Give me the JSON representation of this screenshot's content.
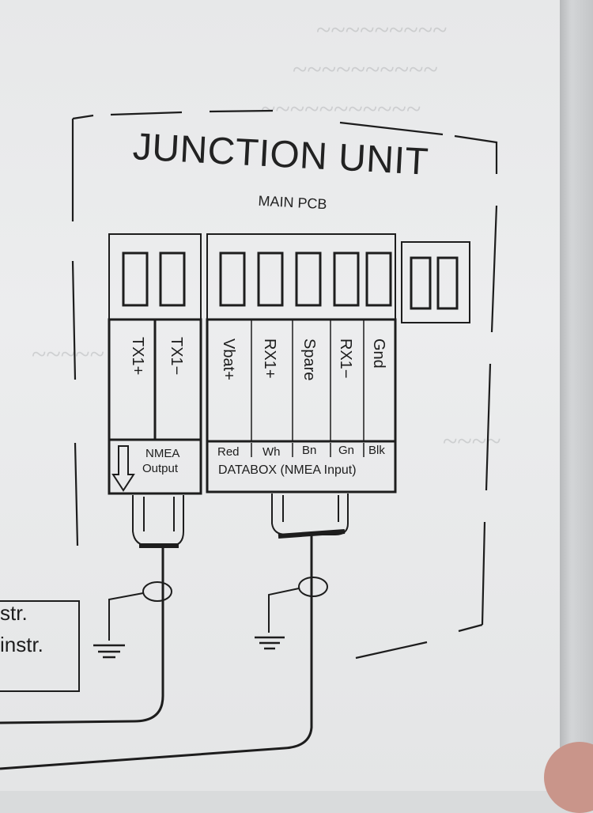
{
  "diagram": {
    "title": "JUNCTION UNIT",
    "subtitle": "MAIN PCB",
    "nmea_output_terminals": [
      "TX1+",
      "TX1−"
    ],
    "nmea_output_label_line1": "NMEA",
    "nmea_output_label_line2": "Output",
    "databox_terminals": [
      "Vbat+",
      "RX1+",
      "Spare",
      "RX1−",
      "Gnd"
    ],
    "databox_wire_colors": [
      "Red",
      "Wh",
      "Bn",
      "Gn",
      "Blk"
    ],
    "databox_label": "DATABOX (NMEA Input)",
    "left_text_1": "str.",
    "left_text_2": "instr."
  },
  "icons": [
    "arrow-down-icon",
    "ground-symbol-icon"
  ],
  "colors": {
    "ink": "#1d1d1d",
    "paper": "#e9eaeb"
  }
}
